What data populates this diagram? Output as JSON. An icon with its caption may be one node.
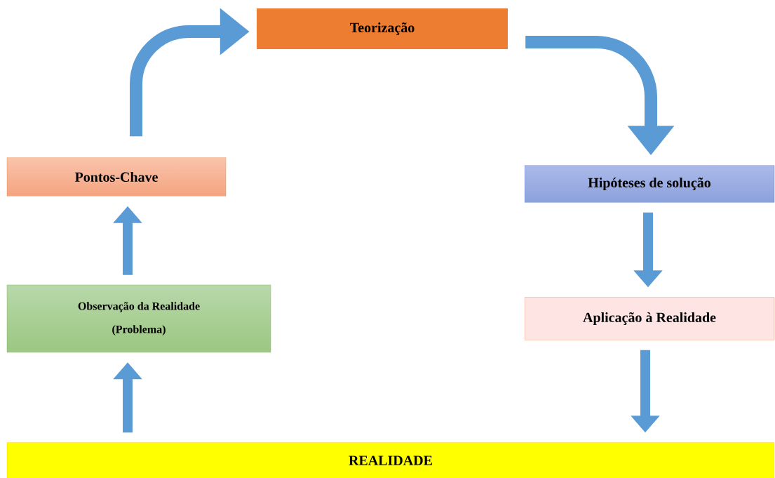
{
  "diagram": {
    "nodes": [
      {
        "text": [
          "Teorização"
        ]
      },
      {
        "text": [
          "Pontos-Chave"
        ]
      },
      {
        "text": [
          "Hipóteses de solução"
        ]
      },
      {
        "text": [
          "Observação da Realidade",
          "(Problema)"
        ]
      },
      {
        "text": [
          "Aplicação à Realidade"
        ]
      },
      {
        "text": [
          "REALIDADE"
        ]
      }
    ],
    "edges": [
      {
        "from": 5,
        "to": 3,
        "arrow": "to"
      },
      {
        "from": 3,
        "to": 1,
        "arrow": "to"
      },
      {
        "from": 1,
        "to": 0,
        "arrow": "to"
      },
      {
        "from": 0,
        "to": 2,
        "arrow": "to"
      },
      {
        "from": 2,
        "to": 4,
        "arrow": "to"
      },
      {
        "from": 4,
        "to": 5,
        "arrow": "to"
      }
    ]
  }
}
